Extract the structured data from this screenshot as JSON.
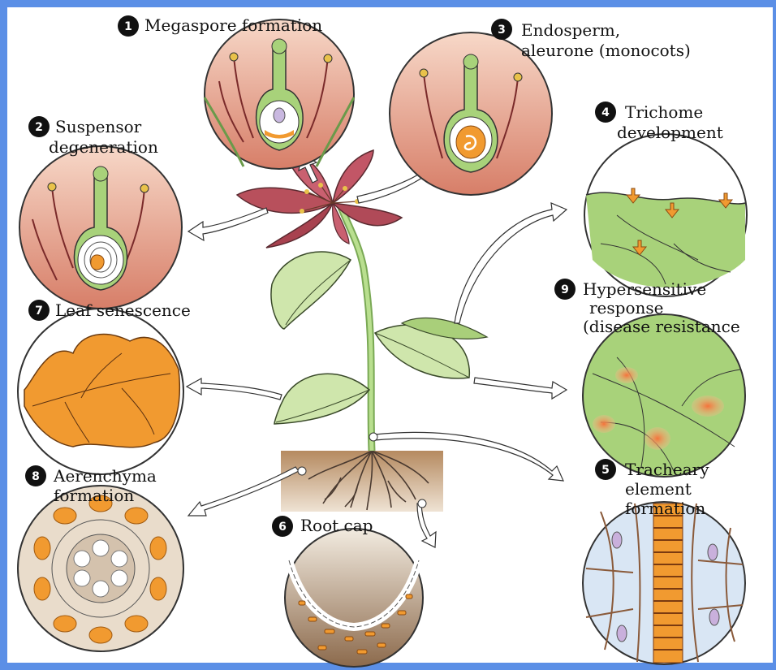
{
  "colors": {
    "frame": "#5b8fe6",
    "tissue": "#a8d27a",
    "orange": "#f19a30",
    "petal": "#b8505c",
    "soil": "#c9a27c"
  },
  "labels": [
    {
      "num": "1",
      "line1": "Megaspore formation",
      "line2": "",
      "line3": ""
    },
    {
      "num": "2",
      "line1": "Suspensor",
      "line2": "degeneration",
      "line3": ""
    },
    {
      "num": "3",
      "line1": "Endosperm,",
      "line2": "aleurone (monocots)",
      "line3": ""
    },
    {
      "num": "4",
      "line1": "Trichome",
      "line2": "development",
      "line3": ""
    },
    {
      "num": "5",
      "line1": "Tracheary",
      "line2": "element",
      "line3": "formation"
    },
    {
      "num": "6",
      "line1": "Root cap",
      "line2": "",
      "line3": ""
    },
    {
      "num": "7",
      "line1": "Leaf senescence",
      "line2": "",
      "line3": ""
    },
    {
      "num": "8",
      "line1": "Aerenchyma",
      "line2": "formation",
      "line3": ""
    },
    {
      "num": "9",
      "line1": "Hypersensitive",
      "line2": "response",
      "line3": "(disease resistance"
    }
  ]
}
